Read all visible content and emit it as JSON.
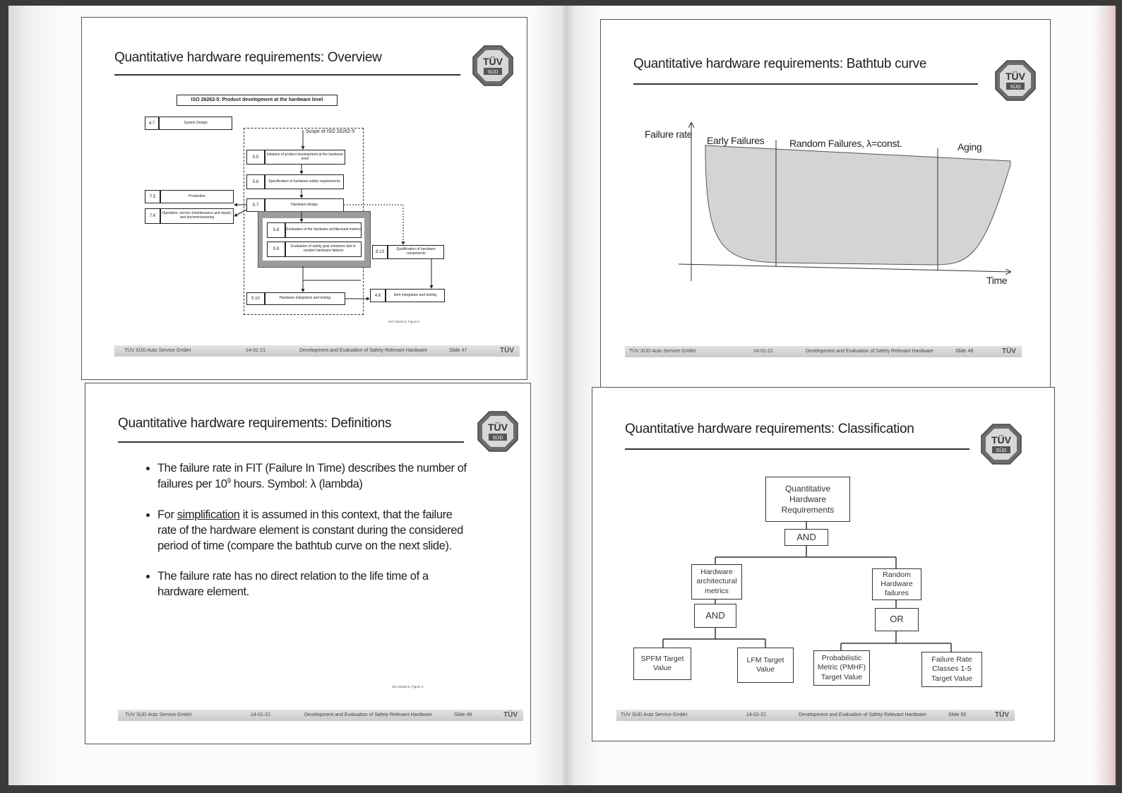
{
  "brand": {
    "logo_top": "TÜV",
    "logo_bottom": "SÜD",
    "footer_mark": "TÜV",
    "accent": "#555555"
  },
  "slides": {
    "overview": {
      "title": "Quantitative hardware requirements: Overview",
      "diagram_title": "ISO 26262-5: Product development at the hardware level",
      "scope_label": "Scope of ISO 26262-5",
      "boxes": [
        {
          "num": "4.7",
          "label": "System Design"
        },
        {
          "num": "5.5",
          "label": "Initiation of product development at the hardware level"
        },
        {
          "num": "5.6",
          "label": "Specification of hardware safety requirements"
        },
        {
          "num": "7.5",
          "label": "Production"
        },
        {
          "num": "7.6",
          "label": "Operation, service (maintenance and repair), and decommissioning"
        },
        {
          "num": "5.7",
          "label": "Hardware design"
        },
        {
          "num": "5.8",
          "label": "Evaluation of the hardware architectural metrics"
        },
        {
          "num": "5.9",
          "label": "Evaluation of safety goal violations due to random hardware failures"
        },
        {
          "num": "8.13",
          "label": "Qualification of hardware components"
        },
        {
          "num": "5.10",
          "label": "Hardware integration and testing"
        },
        {
          "num": "4.8",
          "label": "Item integration and testing"
        }
      ],
      "caption": "ISO 26262-5, Figure 2",
      "footer": {
        "company": "TÜV SÜD Auto Service GmbH",
        "date": "14-01-21",
        "course": "Development and Evaluation of Safety Relevant Hardware",
        "slide": "Slide 47"
      }
    },
    "bathtub": {
      "title": "Quantitative hardware requirements: Bathtub curve",
      "y_label": "Failure rate",
      "x_label": "Time",
      "regions": [
        "Early Failures",
        "Random Failures, λ=const.",
        "Aging"
      ],
      "footer": {
        "company": "TÜV SÜD Auto Service GmbH",
        "date": "14-01-21",
        "course": "Development and Evaluation of Safety Relevant Hardware",
        "slide": "Slide 49"
      }
    },
    "definitions": {
      "title": "Quantitative hardware requirements: Definitions",
      "bullet1_pre": "The failure rate in FIT (Failure In Time) describes the number of failures per 10",
      "bullet1_sup": "9",
      "bullet1_post": " hours. Symbol: λ (lambda)",
      "bullet2_pre": "For ",
      "bullet2_u": "simplification",
      "bullet2_post": " it is assumed in this context, that the failure rate of the hardware element is constant during the considered period of time (compare the bathtub curve on the next slide).",
      "bullet3": "The failure rate has no direct relation to the life time of a hardware element.",
      "caption": "ISO 26262-5, Figure 2",
      "footer": {
        "company": "TÜV SÜD Auto Service GmbH",
        "date": "14-01-21",
        "course": "Development and Evaluation of Safety Relevant Hardware",
        "slide": "Slide 48"
      }
    },
    "classification": {
      "title": "Quantitative hardware requirements: Classification",
      "root": "Quantitative Hardware Requirements",
      "and_top": "AND",
      "left_node": "Hardware architectural metrics",
      "and_left": "AND",
      "right_node": "Random Hardware failures",
      "or_right": "OR",
      "leaves": [
        "SPFM Target Value",
        "LFM Target Value",
        "Probabilistic Metric (PMHF) Target Value",
        "Failure Rate Classes 1-5 Target Value"
      ],
      "footer": {
        "company": "TÜV SÜD Auto Service GmbH",
        "date": "14-01-21",
        "course": "Development and Evaluation of Safety Relevant Hardware",
        "slide": "Slide 50"
      }
    }
  }
}
